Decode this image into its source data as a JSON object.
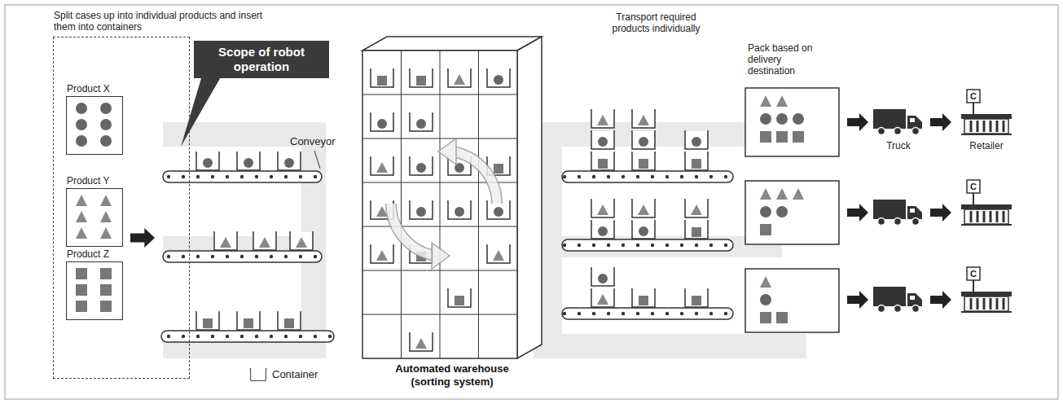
{
  "diagram": {
    "nodes": [
      {
        "text": [
          "Split cases up into individual products and insert them into containers"
        ]
      },
      {
        "text": [
          "Product X"
        ],
        "in": 0
      },
      {
        "text": [
          "Product Y"
        ],
        "in": 0
      },
      {
        "text": [
          "Product Z"
        ],
        "in": 0
      },
      {
        "text": [
          "Scope of robot operation"
        ]
      },
      {
        "text": [
          "Automated warehouse (sorting system)"
        ]
      }
    ],
    "labels": [
      "Conveyor",
      "Transport required products individually",
      "Pack based on delivery destination",
      "Truck",
      "Retailer",
      "C",
      "C",
      "C"
    ],
    "legend": [
      {
        "text": "Container"
      }
    ]
  }
}
